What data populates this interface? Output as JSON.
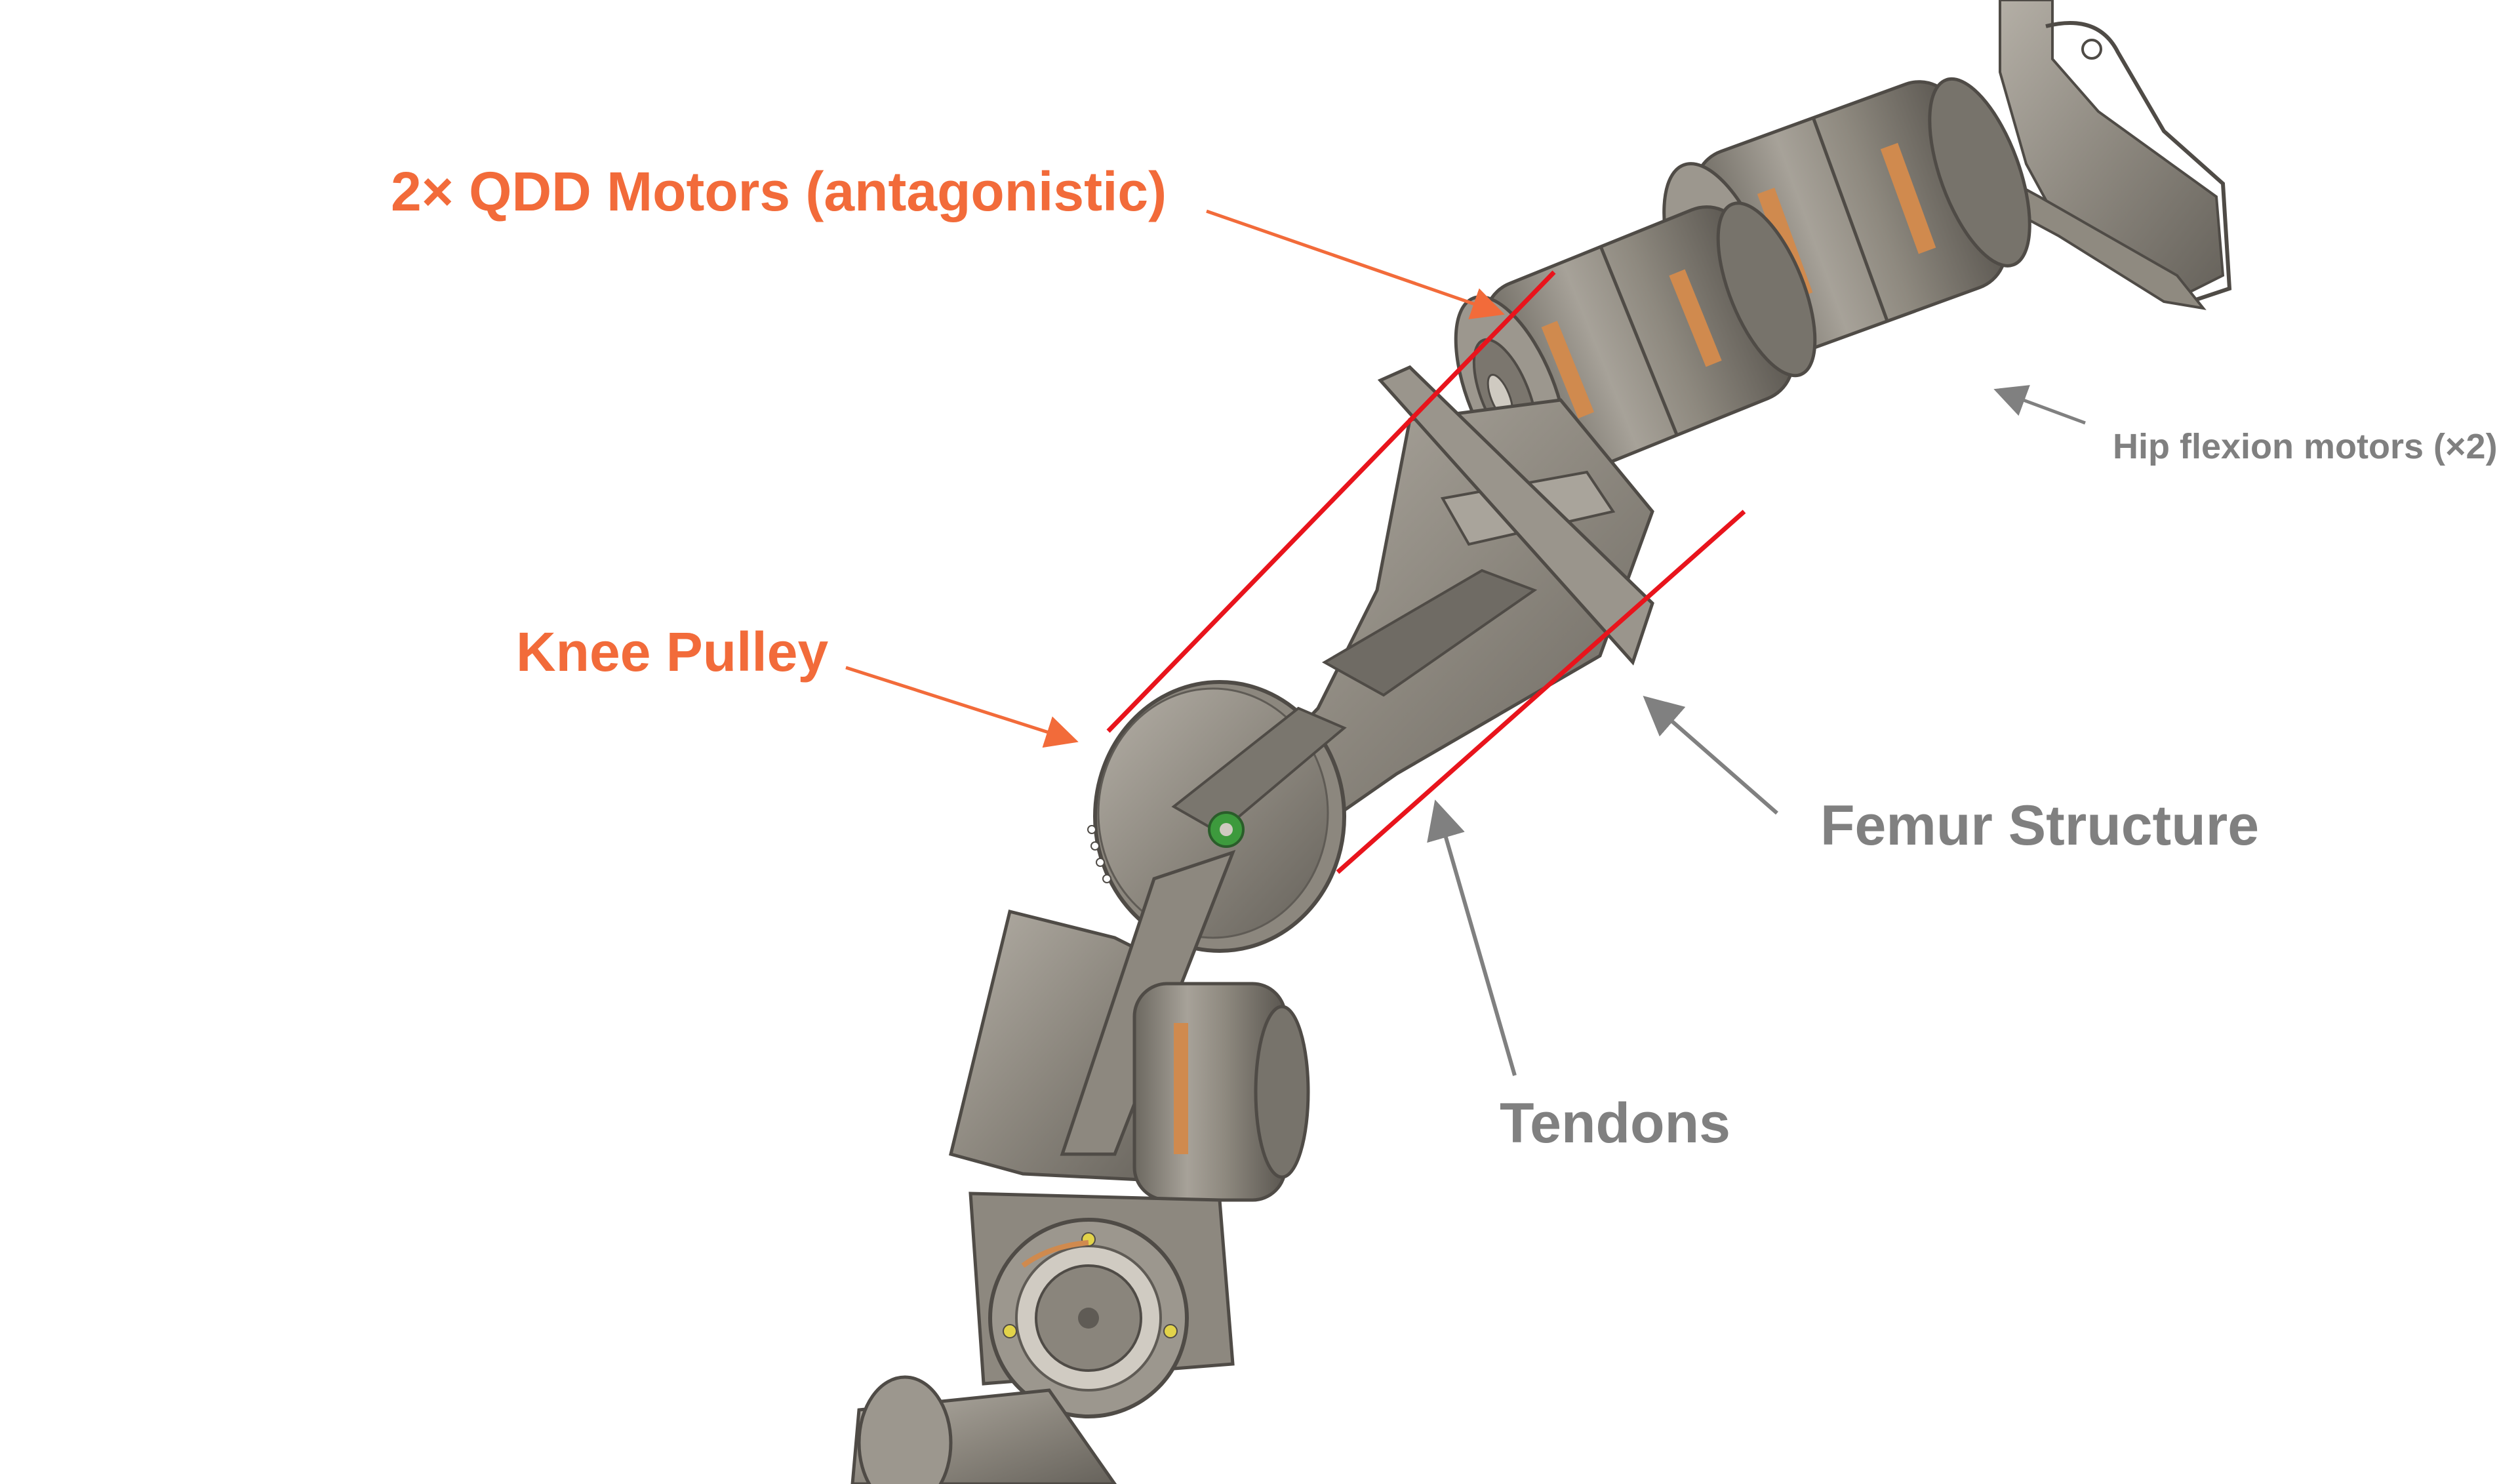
{
  "annotations": {
    "qdd_motors": "2× QDD Motors (antagonistic)",
    "knee_pulley": "Knee Pulley",
    "femur_structure": "Femur Structure",
    "tendons": "Tendons",
    "hip_flexion_motors": "Hip flexion motors (×2)"
  },
  "colors": {
    "accent": "#f26b3a",
    "neutral_label": "#808080",
    "tendon": "#e8141c",
    "metal_light": "#a39e95",
    "metal_mid": "#8a857c",
    "metal_dark": "#5f5b55",
    "copper": "#d08a4e",
    "pcb_green": "#3d9a3d",
    "background": "#ffffff"
  },
  "icons": {
    "leader_arrow": "arrow-icon"
  }
}
